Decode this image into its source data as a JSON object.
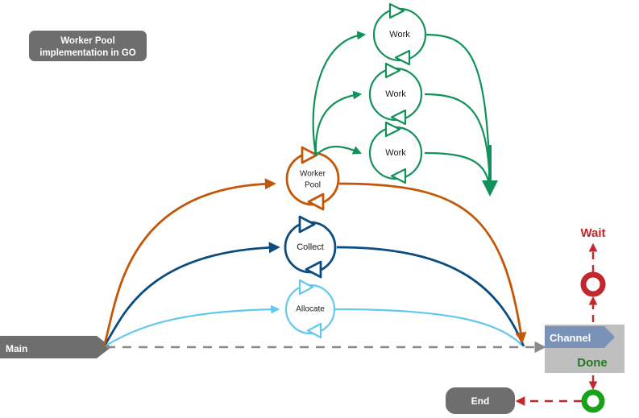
{
  "diagram": {
    "title_line1": "Worker Pool",
    "title_line2": "implementation in GO",
    "colors": {
      "orange": "#C25708",
      "green": "#13915B",
      "dark_blue": "#0B4C81",
      "light_blue": "#63C8F0",
      "gray": "#6E6E6E",
      "light_gray": "#BFBFBF",
      "red": "#C1272D",
      "done_green": "#1E8A1E",
      "channel_blue": "#7B92B8"
    },
    "nodes": {
      "main": "Main",
      "worker_pool_line1": "Worker",
      "worker_pool_line2": "Pool",
      "collect": "Collect",
      "allocate": "Allocate",
      "work_1": "Work",
      "work_2": "Work",
      "work_3": "Work",
      "channel": "Channel",
      "done": "Done",
      "wait": "Wait",
      "end": "End"
    }
  }
}
